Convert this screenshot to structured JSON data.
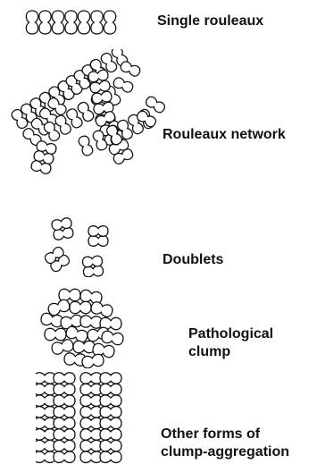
{
  "diagram": {
    "items": [
      {
        "id": "single-rouleaux",
        "label": "Single rouleaux"
      },
      {
        "id": "rouleaux-network",
        "label": "Rouleaux network"
      },
      {
        "id": "doublets",
        "label": "Doublets"
      },
      {
        "id": "pathological-clump",
        "label": "Pathological clump"
      },
      {
        "id": "other-forms",
        "label_line1": "Other forms of",
        "label_line2": "clump-aggregation"
      }
    ]
  }
}
